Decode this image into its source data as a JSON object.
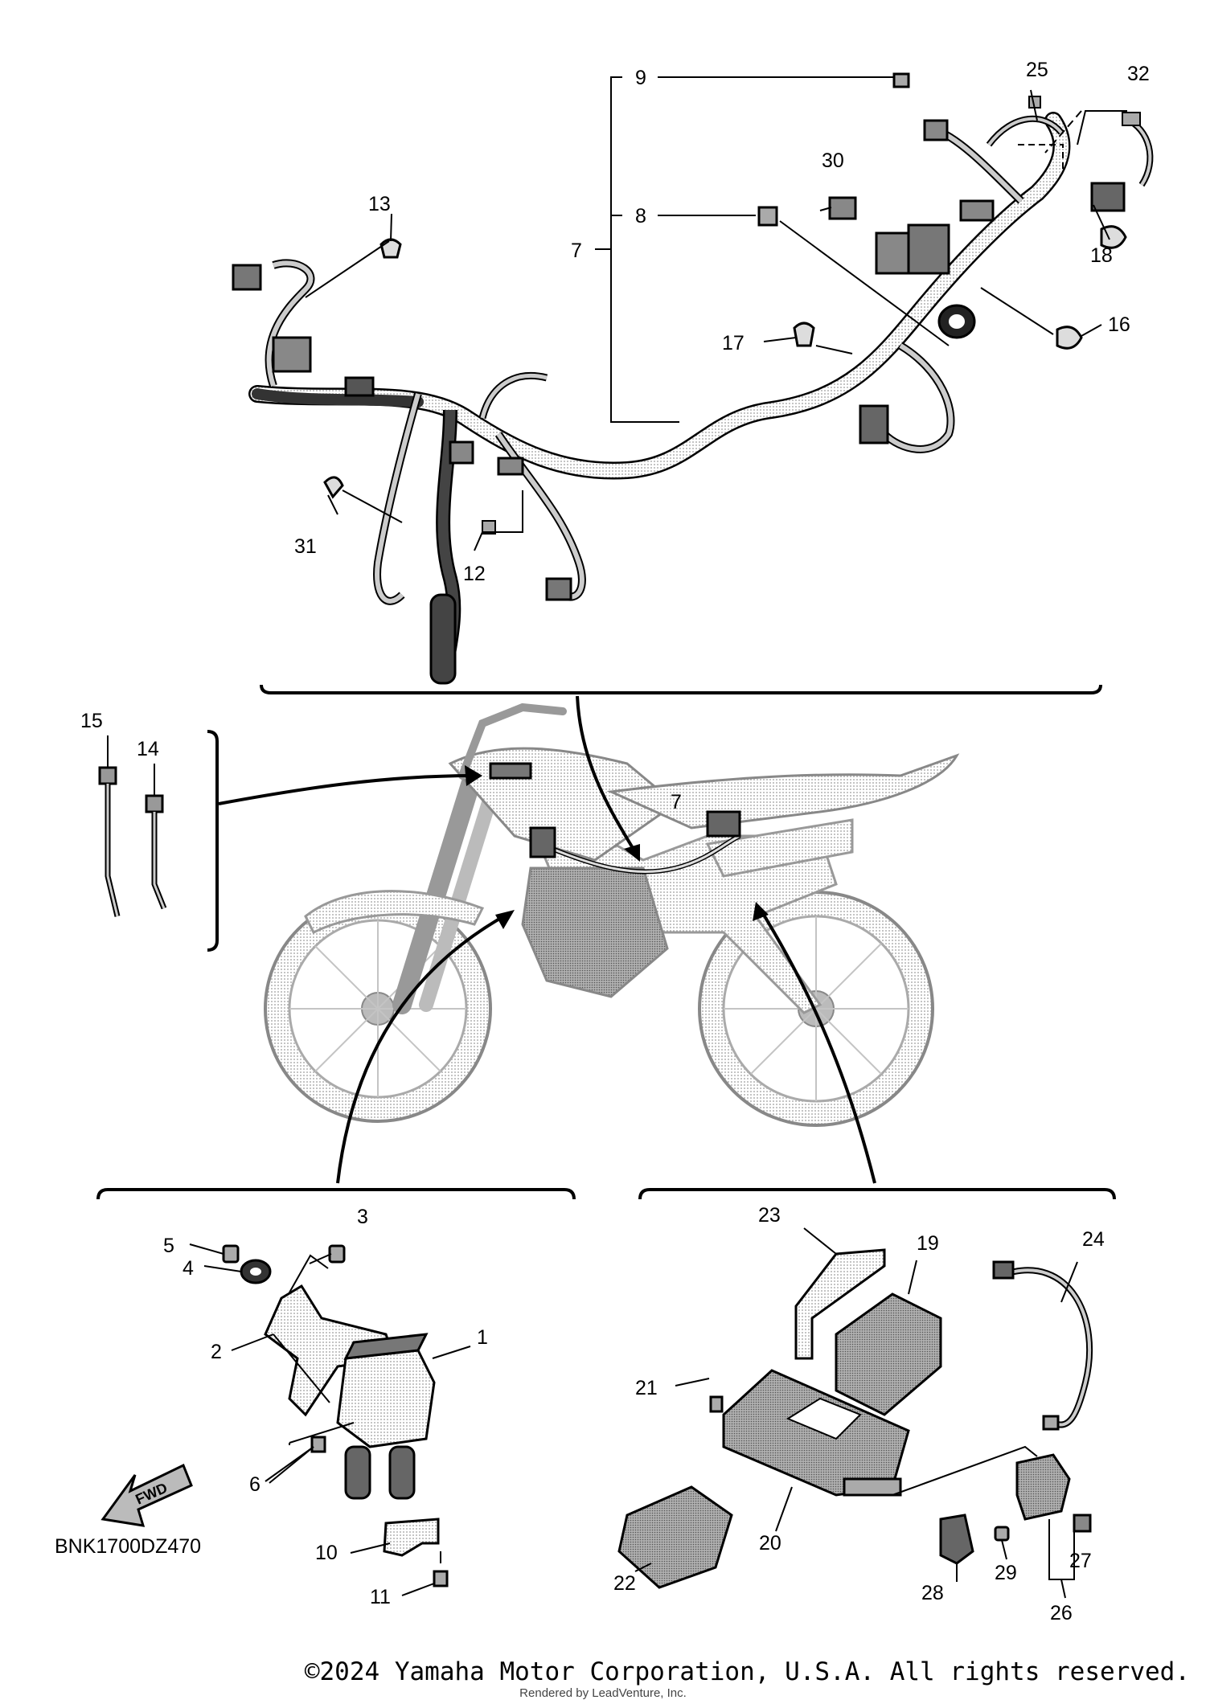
{
  "callouts": [
    {
      "num": "1"
    },
    {
      "num": "2"
    },
    {
      "num": "3"
    },
    {
      "num": "4"
    },
    {
      "num": "5"
    },
    {
      "num": "6"
    },
    {
      "num": "7"
    },
    {
      "num": "7"
    },
    {
      "num": "8"
    },
    {
      "num": "9"
    },
    {
      "num": "10"
    },
    {
      "num": "11"
    },
    {
      "num": "12"
    },
    {
      "num": "13"
    },
    {
      "num": "14"
    },
    {
      "num": "15"
    },
    {
      "num": "16"
    },
    {
      "num": "17"
    },
    {
      "num": "18"
    },
    {
      "num": "19"
    },
    {
      "num": "20"
    },
    {
      "num": "21"
    },
    {
      "num": "22"
    },
    {
      "num": "23"
    },
    {
      "num": "24"
    },
    {
      "num": "25"
    },
    {
      "num": "26"
    },
    {
      "num": "27"
    },
    {
      "num": "28"
    },
    {
      "num": "29"
    },
    {
      "num": "30"
    },
    {
      "num": "31"
    },
    {
      "num": "32"
    }
  ],
  "diagram_code": "BNK1700DZ470",
  "fwd_label": "FWD",
  "copyright": "©2024 Yamaha Motor Corporation, U.S.A. All rights reserved.",
  "rendered_by": "Rendered by LeadVenture, Inc.",
  "colors": {
    "ink": "#000000",
    "shade": "#6a6a6a",
    "light": "#c8c8c8",
    "paper": "#ffffff"
  }
}
